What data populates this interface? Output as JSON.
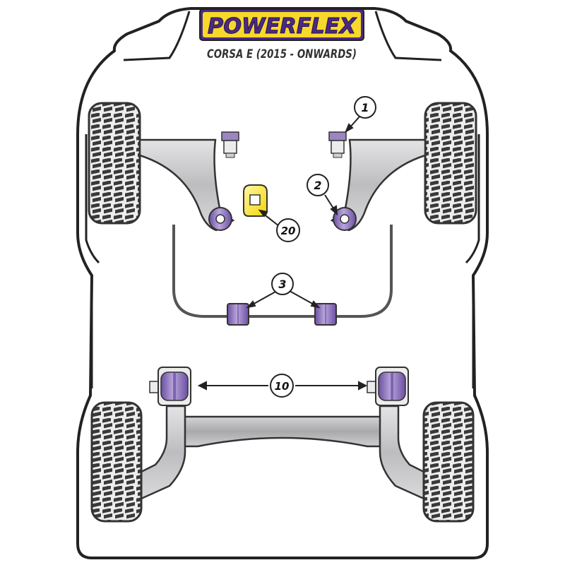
{
  "brand": {
    "logo_text": "POWERFLEX",
    "subtitle": "CORSA E (2015 - ONWARDS)"
  },
  "callouts": [
    {
      "id": "1",
      "label": "1"
    },
    {
      "id": "2",
      "label": "2"
    },
    {
      "id": "3",
      "label": "3"
    },
    {
      "id": "10",
      "label": "10"
    },
    {
      "id": "20",
      "label": "20"
    }
  ],
  "colors": {
    "bushing_purple": "#9b85c2",
    "bushing_purple_dark": "#5e3f94",
    "bushing_yellow": "#ffe84d",
    "logo_yellow": "#f6d92a",
    "logo_purple": "#4b2a86",
    "arm_grey": "#c8c8ca",
    "outline": "#222222",
    "tyre_dark": "#3a3a3a"
  },
  "icons": {
    "tyre": "tyre-icon",
    "bushing": "bushing-icon",
    "mount": "engine-mount-icon"
  }
}
